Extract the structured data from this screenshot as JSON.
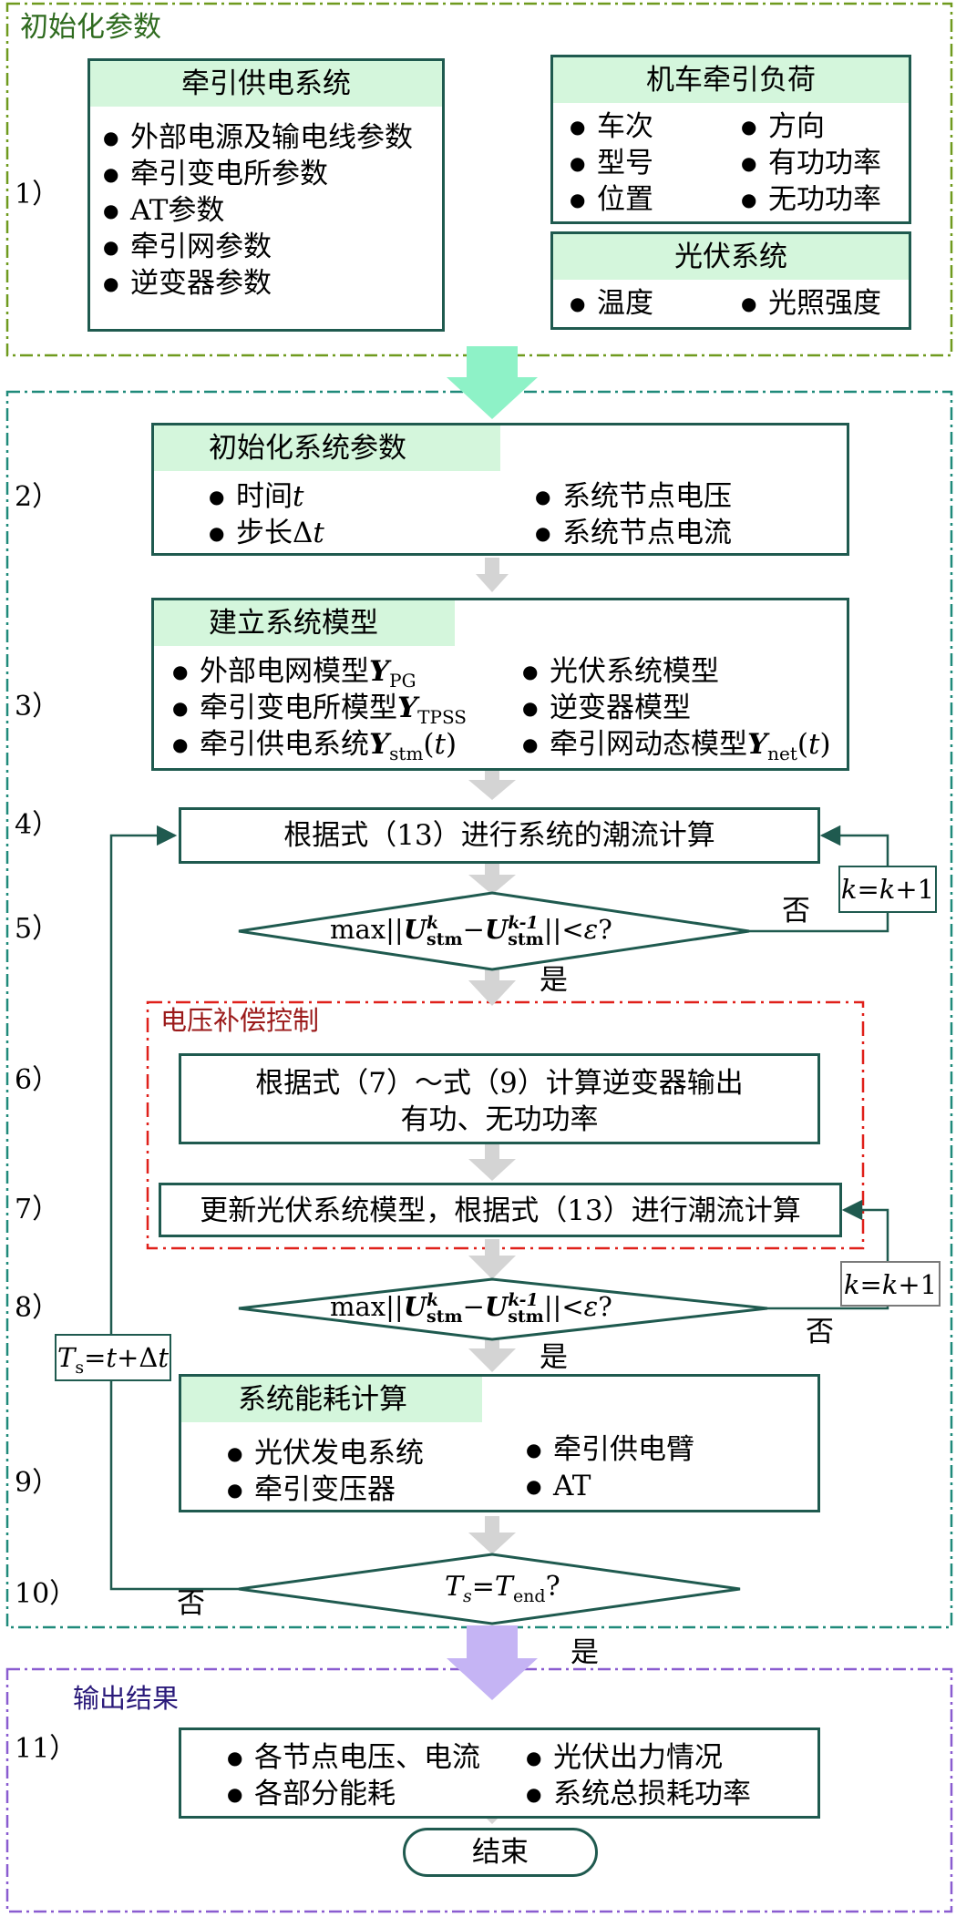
{
  "init_section": {
    "title": "初始化参数",
    "step": "1）",
    "traction_supply": {
      "title": "牵引供电系统",
      "items": [
        "外部电源及输电线参数",
        "牵引变电所参数",
        "AT参数",
        "牵引网参数",
        "逆变器参数"
      ]
    },
    "locomotive_load": {
      "title": "机车牵引负荷",
      "items": [
        "车次",
        "方向",
        "型号",
        "有功功率",
        "位置",
        "无功功率"
      ]
    },
    "pv_system": {
      "title": "光伏系统",
      "items": [
        "温度",
        "光照强度"
      ]
    }
  },
  "steps": {
    "s2": {
      "label": "2）",
      "title": "初始化系统参数",
      "time": "时间",
      "time_var": "t",
      "step": "步长Δ",
      "step_var": "t",
      "node_voltage": "系统节点电压",
      "node_current": "系统节点电流"
    },
    "s3": {
      "label": "3）",
      "title": "建立系统模型",
      "ext_grid": "外部电网模型",
      "substation": "牵引变电所模型",
      "supply": "牵引供电系统",
      "pv_model": "光伏系统模型",
      "inverter_model": "逆变器模型",
      "net_dynamic": "牵引网动态模型",
      "Y": "Y",
      "sub_PG": "PG",
      "sub_TPSS": "TPSS",
      "sub_stm": "stm",
      "sub_net": "net",
      "t_arg": "t"
    },
    "s4": {
      "label": "4）",
      "text": "根据式（13）进行系统的潮流计算"
    },
    "s5": {
      "label": "5）"
    },
    "s6": {
      "label": "6）",
      "line1": "根据式（7）～式（9）计算逆变器输出",
      "line2": "有功、无功功率"
    },
    "s7": {
      "label": "7）",
      "text": "更新光伏系统模型，根据式（13）进行潮流计算"
    },
    "s8": {
      "label": "8）"
    },
    "s9": {
      "label": "9）",
      "title": "系统能耗计算",
      "items": [
        "光伏发电系统",
        "牵引供电臂",
        "牵引变压器",
        "AT"
      ]
    },
    "s10": {
      "label": "10）"
    },
    "s11": {
      "label": "11）",
      "items": [
        "各节点电压、电流",
        "光伏出力情况",
        "各部分能耗",
        "系统总损耗功率"
      ]
    }
  },
  "condition": {
    "max": "max",
    "U": "U",
    "k": "k",
    "k_minus": "k-1",
    "stm": "stm",
    "lt": "<",
    "eps": "ε",
    "q": "?"
  },
  "end_condition": {
    "T": "T",
    "s": "s",
    "eq": "=",
    "end": "end",
    "q": "?"
  },
  "feedback": {
    "k": "k",
    "eq": "=",
    "k2": "k",
    "plus1": "+1"
  },
  "time_update": {
    "T": "T",
    "s": "s",
    "eq": "=",
    "t": "t",
    "plus_delta": "+Δ",
    "t2": "t"
  },
  "labels": {
    "yes": "是",
    "no": "否"
  },
  "voltage_compensation_title": "电压补偿控制",
  "output_title": "输出结果",
  "end_label": "结束",
  "colors": {
    "init_frame": "#6f9a1e",
    "init_title": "#2f6b1f",
    "main_frame": "#1f8a7a",
    "box_border": "#1f5a4f",
    "header_fill": "#d4f6dc",
    "compensation_frame": "#e0201a",
    "compensation_title": "#9b1a1a",
    "output_frame": "#8a5cd0",
    "output_title": "#2a1a7a",
    "big_arrow_green": "#8ef2c7",
    "big_arrow_purple": "#c5b4f4",
    "small_arrow_gray": "#d4d4d4"
  }
}
